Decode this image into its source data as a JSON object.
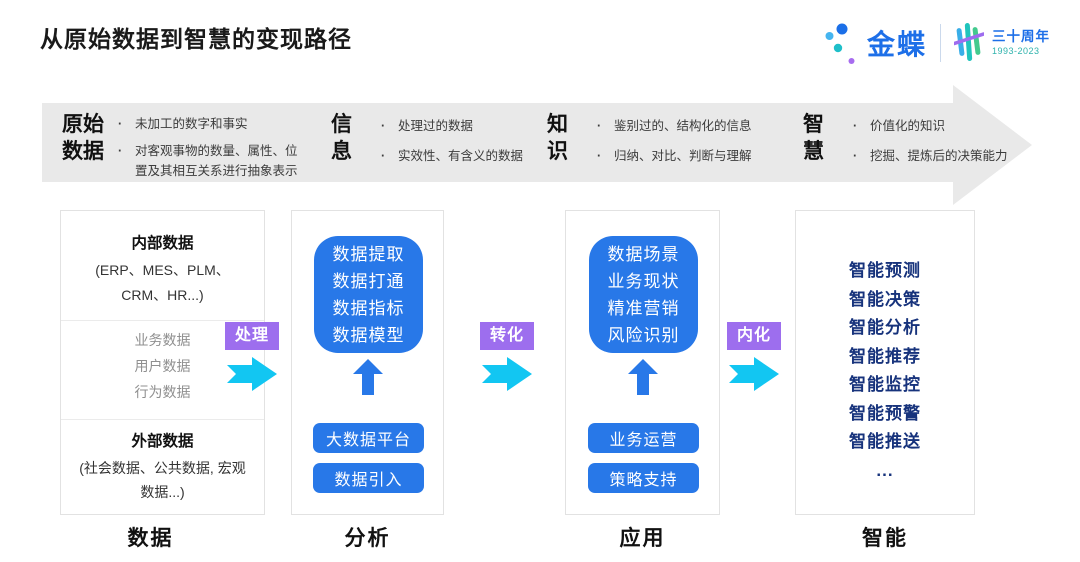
{
  "ui": {
    "bullet_char": "·"
  },
  "page": {
    "title": "从原始数据到智慧的变现路径"
  },
  "logo": {
    "brand": "金蝶",
    "anniversary": "三十周年",
    "years": "1993-2023"
  },
  "banner": {
    "stages": [
      {
        "term": "原始数据",
        "bullets": [
          "未加工的数字和事实",
          "对客观事物的数量、属性、位置及其相互关系进行抽象表示"
        ]
      },
      {
        "term": "信息",
        "bullets": [
          "处理过的数据",
          "实效性、有含义的数据"
        ]
      },
      {
        "term": "知识",
        "bullets": [
          "鉴别过的、结构化的信息",
          "归纳、对比、判断与理解"
        ]
      },
      {
        "term": "智慧",
        "bullets": [
          "价值化的知识",
          "挖掘、提炼后的决策能力"
        ]
      }
    ]
  },
  "flow_labels": [
    "处理",
    "转化",
    "内化"
  ],
  "columns": {
    "data": {
      "label": "数据",
      "internal_title": "内部数据",
      "internal_sub": "(ERP、MES、PLM、CRM、HR...)",
      "middle_items": [
        "业务数据",
        "用户数据",
        "行为数据"
      ],
      "external_title": "外部数据",
      "external_sub": "(社会数据、公共数据, 宏观数据...)"
    },
    "analysis": {
      "label": "分析",
      "box_lines": [
        "数据提取",
        "数据打通",
        "数据指标",
        "数据模型"
      ],
      "buttons": [
        "大数据平台",
        "数据引入"
      ]
    },
    "application": {
      "label": "应用",
      "box_lines": [
        "数据场景",
        "业务现状",
        "精准营销",
        "风险识别"
      ],
      "buttons": [
        "业务运营",
        "策略支持"
      ]
    },
    "intelligence": {
      "label": "智能",
      "items": [
        "智能预测",
        "智能决策",
        "智能分析",
        "智能推荐",
        "智能监控",
        "智能预警",
        "智能推送",
        "..."
      ]
    }
  },
  "colors": {
    "primary_blue": "#2878E8",
    "cyan_arrow": "#12C6F2",
    "purple_label": "#9D6EEE",
    "navy_text": "#17337C",
    "banner_gray": "#E9E9E9",
    "brand_blue": "#1D6FE8",
    "teal": "#2FB3AD"
  }
}
